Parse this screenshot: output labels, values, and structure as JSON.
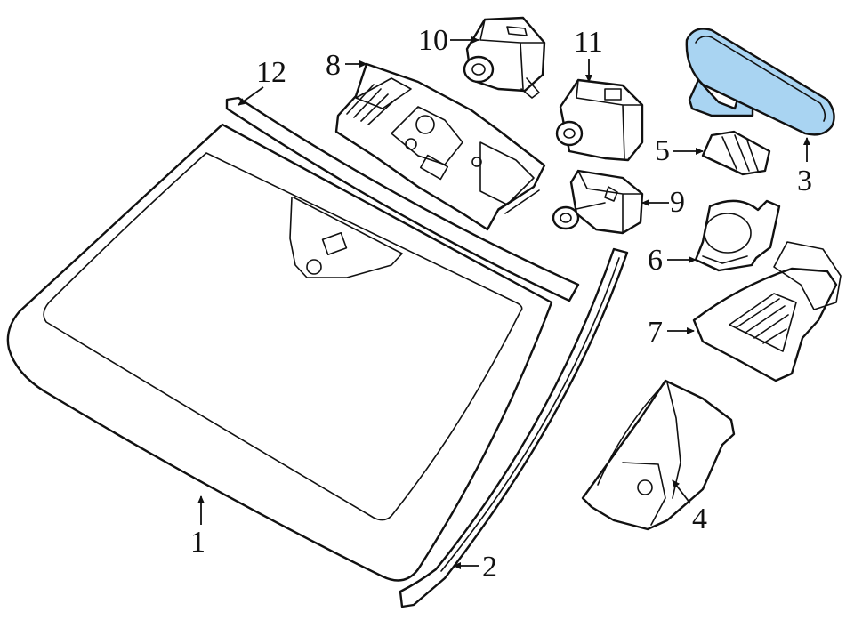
{
  "diagram": {
    "highlight_color": "#a9d4f2",
    "line_color": "#111111",
    "background": "#ffffff",
    "highlighted_part": "3",
    "callouts": [
      {
        "id": "1",
        "text": "1"
      },
      {
        "id": "2",
        "text": "2"
      },
      {
        "id": "3",
        "text": "3"
      },
      {
        "id": "4",
        "text": "4"
      },
      {
        "id": "5",
        "text": "5"
      },
      {
        "id": "6",
        "text": "6"
      },
      {
        "id": "7",
        "text": "7"
      },
      {
        "id": "8",
        "text": "8"
      },
      {
        "id": "9",
        "text": "9"
      },
      {
        "id": "10",
        "text": "10"
      },
      {
        "id": "11",
        "text": "11"
      },
      {
        "id": "12",
        "text": "12"
      }
    ]
  }
}
